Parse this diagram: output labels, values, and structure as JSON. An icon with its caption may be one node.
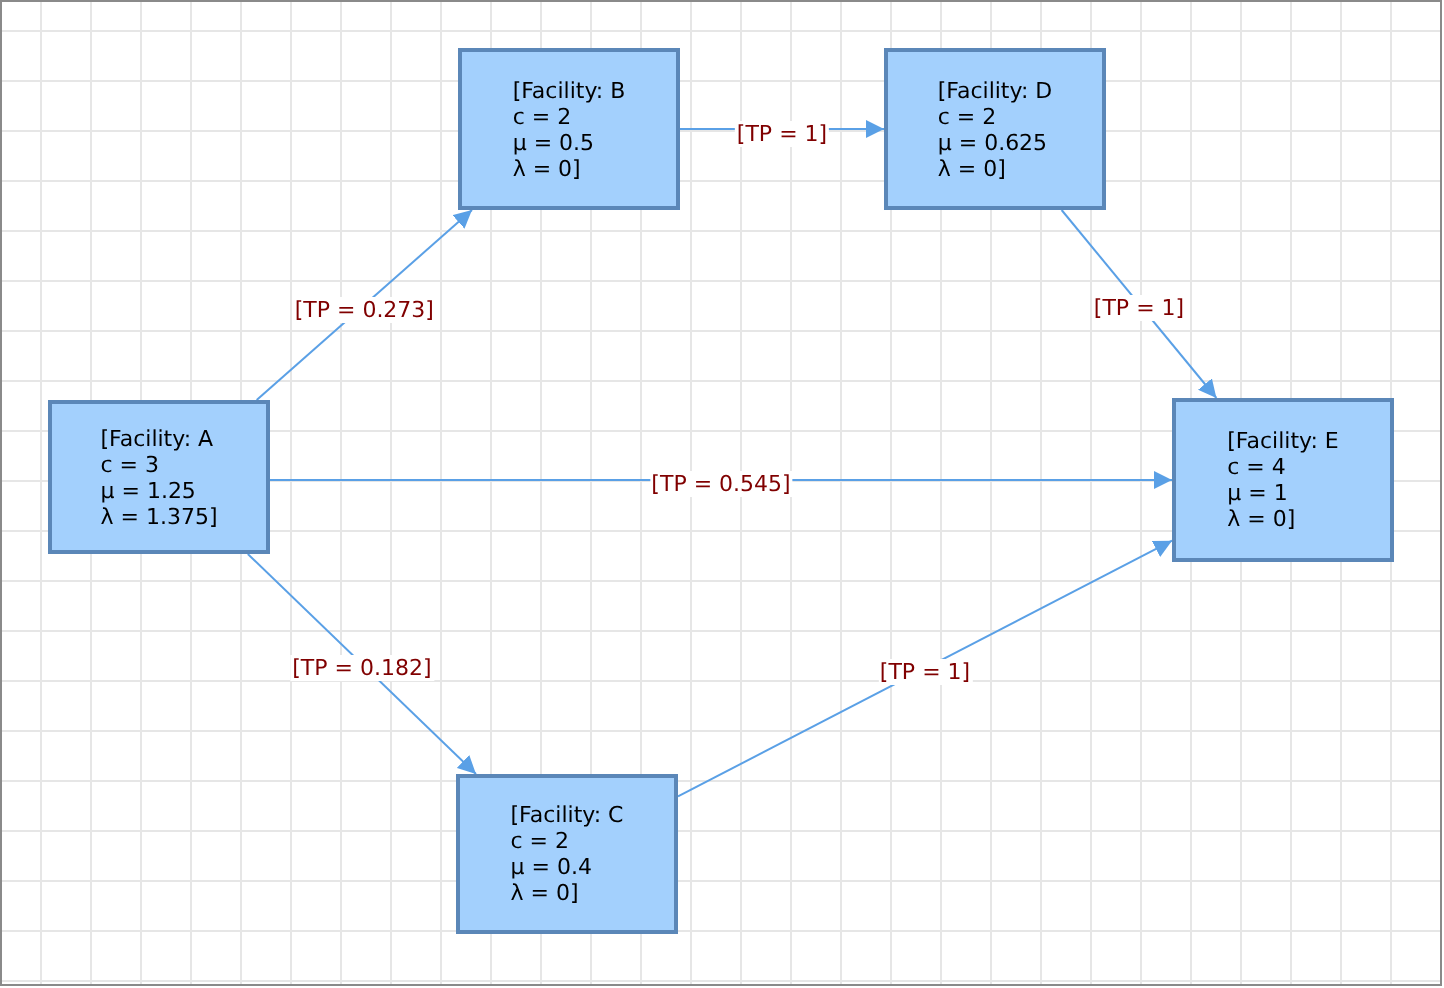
{
  "diagram": {
    "nodes": [
      {
        "text": [
          "[Facility: A",
          "c = 3",
          "μ = 1.25",
          "λ = 1.375]"
        ]
      },
      {
        "text": [
          "[Facility: B",
          "c = 2",
          "μ = 0.5",
          "λ = 0]"
        ]
      },
      {
        "text": [
          "[Facility: D",
          "c = 2",
          "μ = 0.625",
          "λ = 0]"
        ]
      },
      {
        "text": [
          "[Facility: E",
          "c = 4",
          "μ = 1",
          "λ = 0]"
        ]
      },
      {
        "text": [
          "[Facility: C",
          "c = 2",
          "μ = 0.4",
          "λ = 0]"
        ]
      }
    ],
    "edges": [
      {
        "from": 0,
        "to": 1,
        "arrow": "to",
        "label": "[TP = 0.273]"
      },
      {
        "from": 0,
        "to": 3,
        "arrow": "to",
        "label": "[TP = 0.545]"
      },
      {
        "from": 0,
        "to": 4,
        "arrow": "to",
        "label": "[TP = 0.182]"
      },
      {
        "from": 1,
        "to": 2,
        "arrow": "to",
        "label": "[TP = 1]"
      },
      {
        "from": 2,
        "to": 3,
        "arrow": "to",
        "label": "[TP = 1]"
      },
      {
        "from": 4,
        "to": 3,
        "arrow": "to",
        "label": "[TP = 1]"
      }
    ]
  }
}
